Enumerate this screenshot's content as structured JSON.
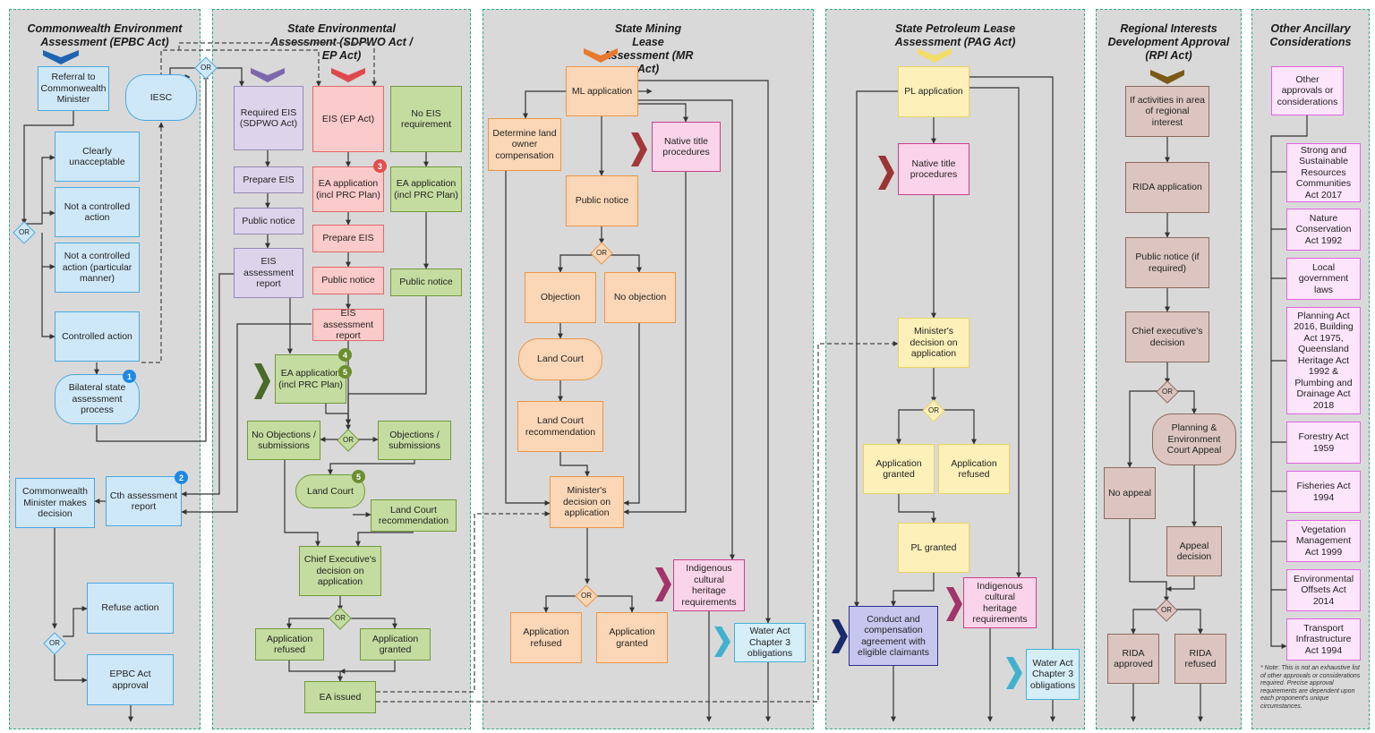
{
  "lanes": {
    "epbc": "Commonwealth Environment Assessment (EPBC Act)",
    "sdpwo": "State Environmental Assessment (SDPWO Act / EP Act)",
    "mr": "State Mining Lease Assessment (MR Act)",
    "pag": "State Petroleum Lease Assessment (PAG Act)",
    "rpi": "Regional Interests Development Approval (RPI Act)",
    "other": "Other Ancillary Considerations"
  },
  "or_label": "OR",
  "epbc": {
    "referral": "Referral to Commonwealth Minister",
    "iesc": "IESC",
    "clearly": "Clearly unacceptable",
    "not_controlled": "Not a controlled action",
    "not_controlled_pm": "Not a controlled action (particular manner)",
    "controlled": "Controlled action",
    "bilateral": "Bilateral state assessment process",
    "cth_report": "Cth assessment report",
    "minister_decision": "Commonwealth Minister makes decision",
    "refuse": "Refuse action",
    "approval": "EPBC Act approval",
    "badge1": "1",
    "badge2": "2"
  },
  "sdpwo": {
    "required_eis": "Required EIS (SDPWO Act)",
    "eis_ep": "EIS (EP Act)",
    "no_eis": "No EIS requirement",
    "prepare_eis_1": "Prepare EIS",
    "public_notice_1": "Public notice",
    "eis_report_1": "EIS assessment report",
    "ea_app_1": "EA application (incl PRC Plan)",
    "prepare_eis_2": "Prepare EIS",
    "public_notice_2": "Public notice",
    "eis_report_2": "EIS assessment report",
    "ea_app_2": "EA application (incl PRC Plan)",
    "public_notice_3": "Public notice",
    "ea_app_3": "EA application (incl PRC Plan)",
    "no_objections": "No Objections / submissions",
    "objections": "Objections / submissions",
    "land_court": "Land Court",
    "land_court_rec": "Land Court recommendation",
    "ce_decision": "Chief Executive's decision on application",
    "refused": "Application refused",
    "granted": "Application granted",
    "ea_issued": "EA issued",
    "badge3": "3",
    "badge4": "4",
    "badge5a": "5",
    "badge5b": "5"
  },
  "mr": {
    "ml_app": "ML application",
    "land_owner": "Determine land owner compensation",
    "native_title": "Native title procedures",
    "public_notice": "Public notice",
    "objection": "Objection",
    "no_objection": "No objection",
    "land_court": "Land Court",
    "land_court_rec": "Land Court recommendation",
    "minister_decision": "Minister's decision on application",
    "refused": "Application refused",
    "granted": "Application granted",
    "indigenous": "Indigenous cultural heritage requirements",
    "water": "Water Act Chapter 3 obligations"
  },
  "pag": {
    "pl_app": "PL application",
    "native_title": "Native title procedures",
    "minister_decision": "Minister's decision on application",
    "granted": "Application granted",
    "refused": "Application refused",
    "pl_granted": "PL granted",
    "conduct": "Conduct and compensation agreement with eligible claimants",
    "indigenous": "Indigenous cultural heritage requirements",
    "water": "Water Act Chapter 3 obligations"
  },
  "rpi": {
    "if_activities": "If activities in area of regional interest",
    "rida_app": "RIDA application",
    "public_notice": "Public notice (if required)",
    "ce_decision": "Chief executive's decision",
    "pec_appeal": "Planning & Environment Court Appeal",
    "no_appeal": "No appeal",
    "appeal_decision": "Appeal decision",
    "approved": "RIDA approved",
    "refused": "RIDA refused"
  },
  "other": {
    "other_approvals": "Other approvals or considerations",
    "items": [
      "Strong and Sustainable Resources Communities Act 2017",
      "Nature Conservation Act 1992",
      "Local government laws",
      "Planning Act 2016, Building Act 1975, Queensland Heritage Act 1992 & Plumbing and Drainage Act 2018",
      "Forestry Act 1959",
      "Fisheries Act 1994",
      "Vegetation Management Act 1999",
      "Environmental Offsets Act 2014",
      "Transport Infrastructure Act 1994"
    ],
    "note": "* Note: This is not an exhaustive list of other approvals or considerations required. Precise approval requirements are dependent upon each proponent's unique circumstances."
  },
  "colors": {
    "lane_bg": "#d9d9d9",
    "lane_border": "#2aa88a",
    "line": "#333333",
    "chev_epbc": "#1e64b4",
    "chev_sdpwo": "#7d68ad",
    "chev_ep": "#e0494c",
    "chev_mr": "#e8792e",
    "chev_pag": "#f2dd69",
    "chev_rpi": "#7a5a16",
    "chev_green": "#4a6a2a",
    "chev_native_mr": "#a3373a",
    "chev_native_pag": "#9a3434",
    "chev_indigenous": "#a3336a",
    "chev_water": "#40b2d0",
    "chev_conduct": "#1c2a6e"
  }
}
